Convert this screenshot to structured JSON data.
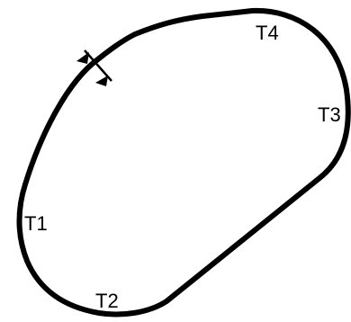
{
  "colors": {
    "track": "#000000",
    "background": "#ffffff"
  },
  "turns": [
    {
      "id": "T1",
      "label": "T1"
    },
    {
      "id": "T2",
      "label": "T2"
    },
    {
      "id": "T3",
      "label": "T3"
    },
    {
      "id": "T4",
      "label": "T4"
    }
  ],
  "start_finish_marker": {
    "icon": "start-finish-line-with-direction-arrows"
  }
}
